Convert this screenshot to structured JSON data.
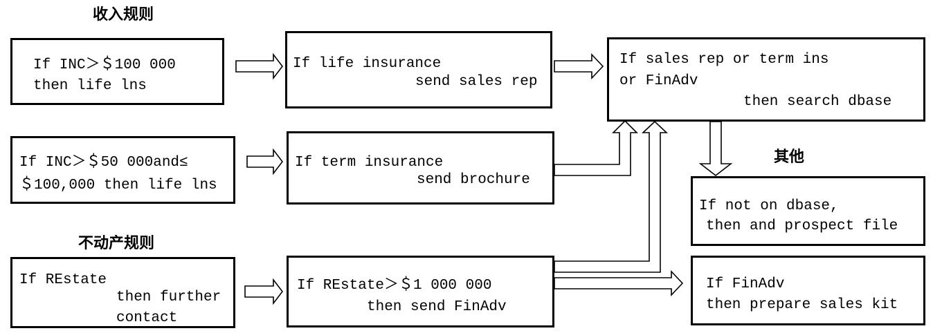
{
  "labels": {
    "income_rules": "收入规则",
    "real_estate_rules": "不动产规则",
    "other": "其他"
  },
  "boxes": {
    "inc_100k": {
      "line1": "If INC＞＄100 000",
      "line2": "then life lns"
    },
    "inc_50k": {
      "line1": "If INC＞＄50 000and≤",
      "line2": "＄100,000 then life lns"
    },
    "restate": {
      "line1": "If REstate",
      "line2": "then further",
      "line3": "contact"
    },
    "life_insurance": {
      "line1": "If life insurance",
      "line2": "send sales rep"
    },
    "term_insurance": {
      "line1": "If term insurance",
      "line2": "send brochure"
    },
    "restate_1m": {
      "line1": "If REstate＞＄1 000 000",
      "line2": "then send FinAdv"
    },
    "search_dbase": {
      "line1": "If sales rep or term ins",
      "line2": "or FinAdv",
      "line3": "then search dbase"
    },
    "not_on_dbase": {
      "line1": "If not on dbase,",
      "line2": "then and prospect file"
    },
    "finadv": {
      "line1": "If FinAdv",
      "line2": "then prepare sales kit"
    }
  },
  "colors": {
    "ink": "#000000",
    "background": "#ffffff"
  }
}
